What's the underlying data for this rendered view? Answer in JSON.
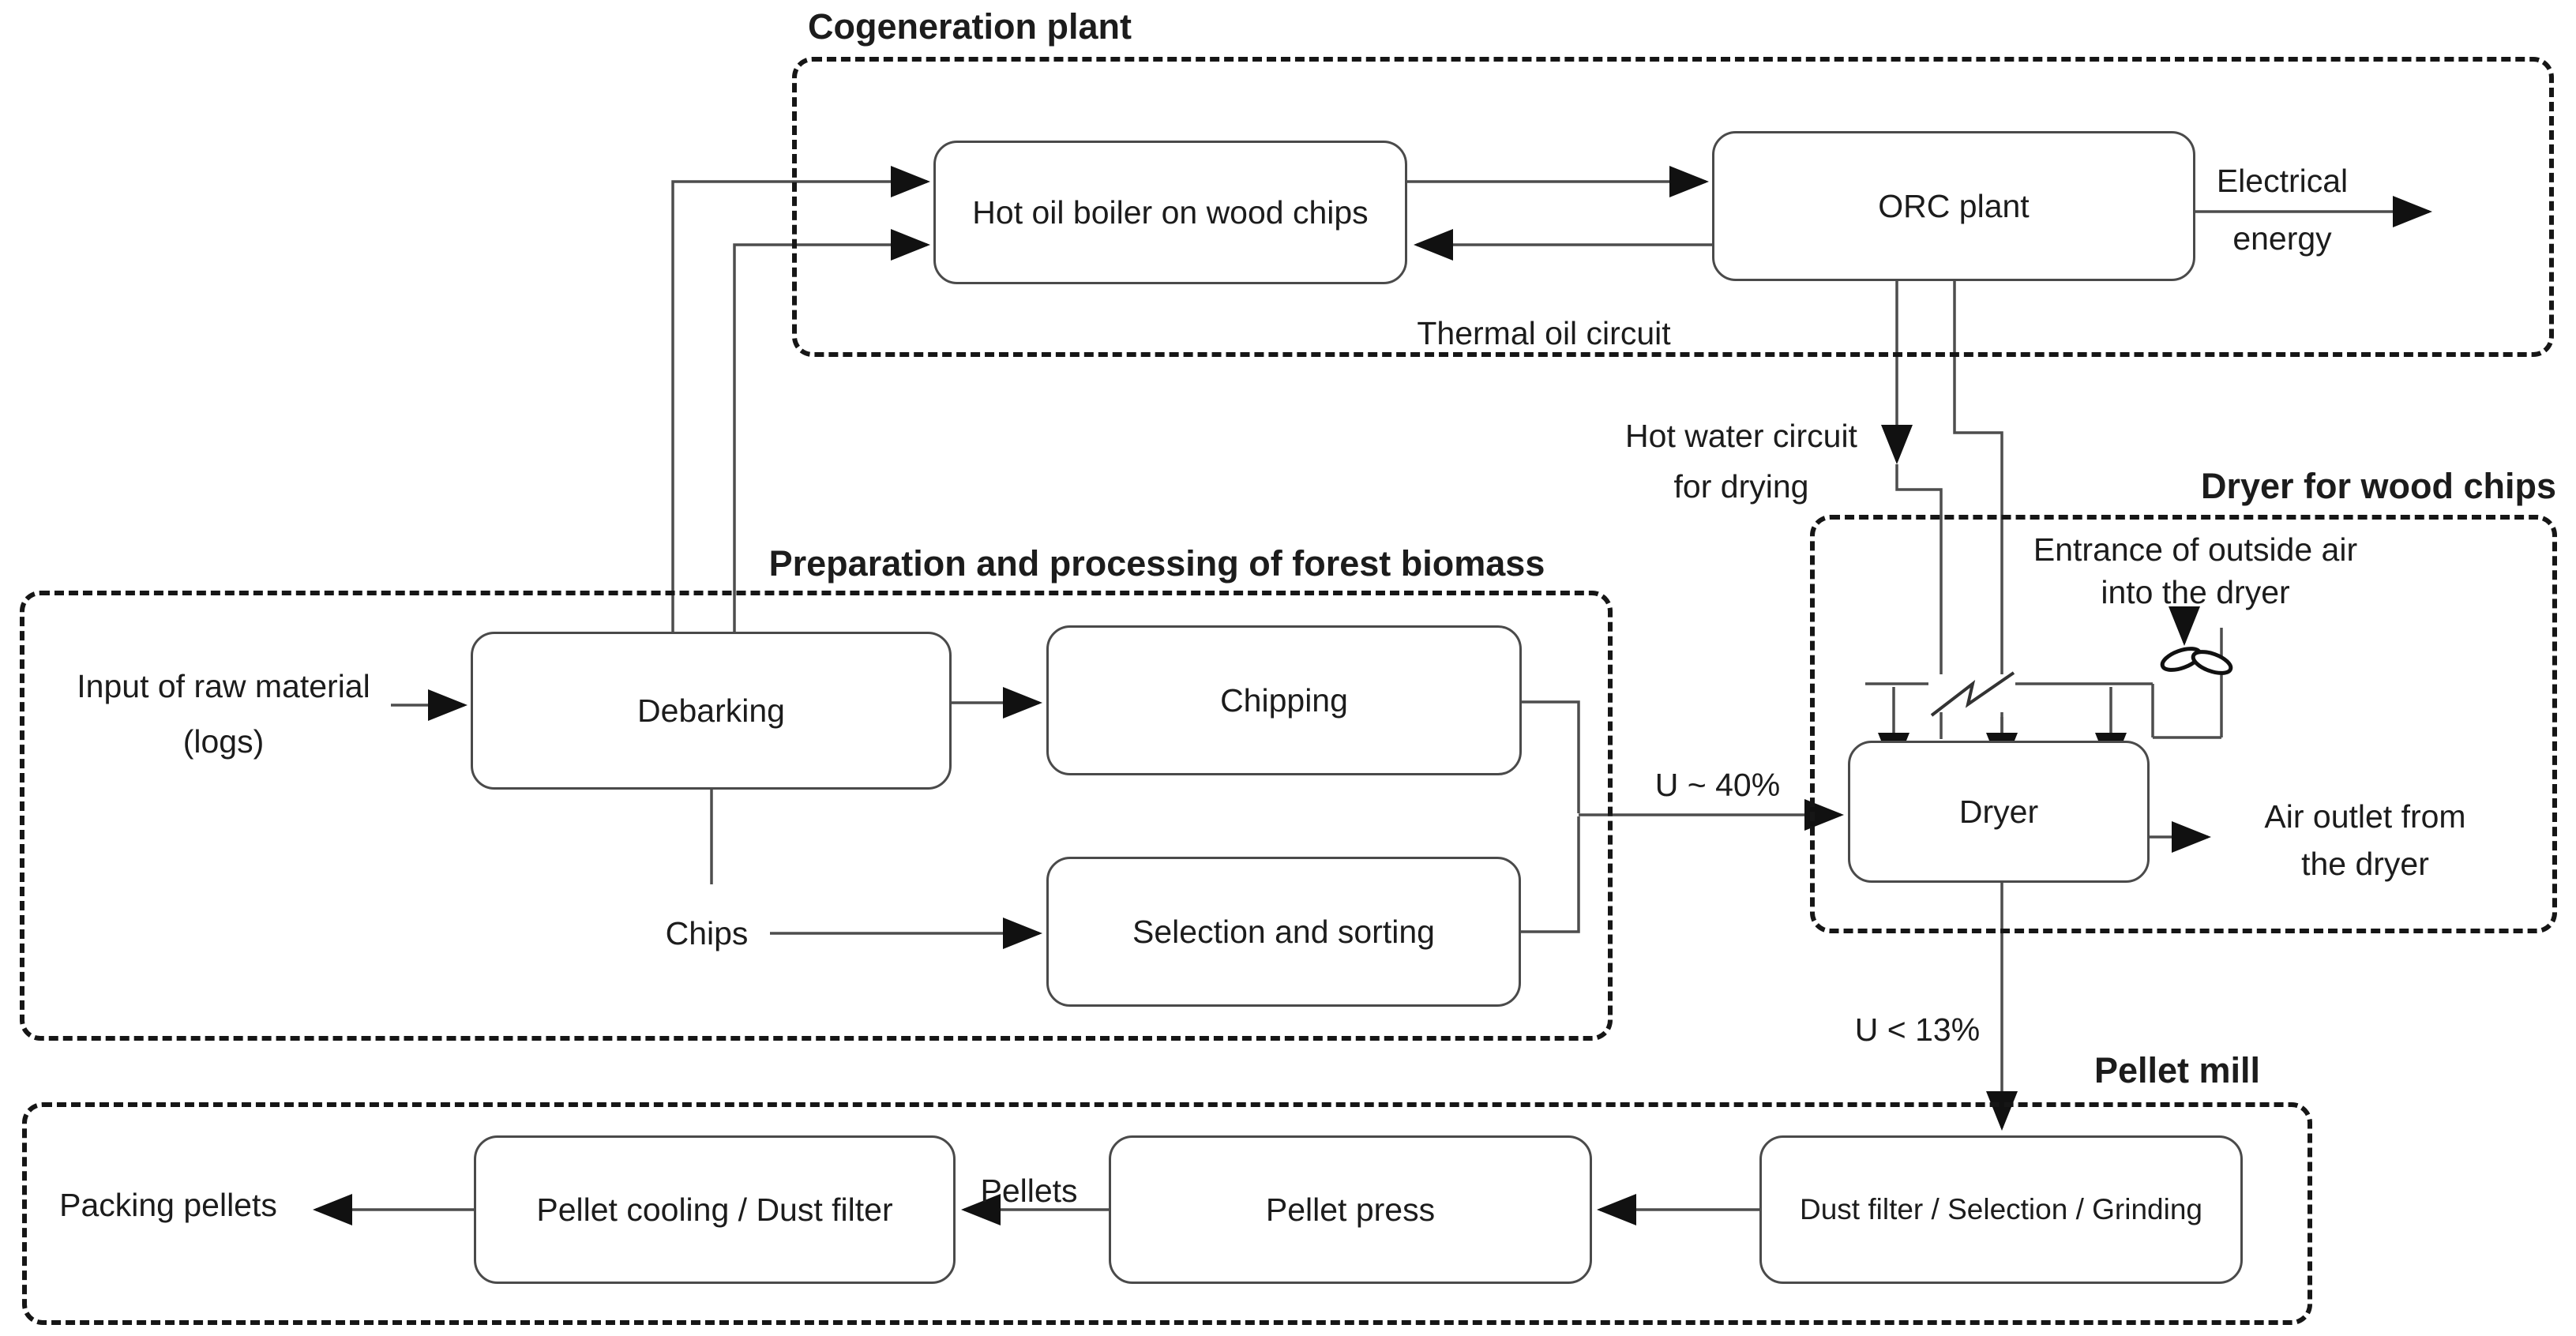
{
  "groups": {
    "cogeneration": {
      "title": "Cogeneration plant"
    },
    "preparation": {
      "title": "Preparation and processing of forest biomass"
    },
    "dryer": {
      "title": "Dryer for wood chips"
    },
    "pellet_mill": {
      "title": "Pellet mill"
    }
  },
  "nodes": {
    "boiler": {
      "label": "Hot oil boiler on wood chips"
    },
    "orc": {
      "label": "ORC plant"
    },
    "debarking": {
      "label": "Debarking"
    },
    "chipping": {
      "label": "Chipping"
    },
    "selection": {
      "label": "Selection and sorting"
    },
    "dryer_unit": {
      "label": "Dryer"
    },
    "dust_filter": {
      "label": "Dust filter / Selection / Grinding"
    },
    "pellet_press": {
      "label": "Pellet press"
    },
    "pellet_cooling": {
      "label": "Pellet cooling / Dust filter"
    }
  },
  "labels": {
    "input_raw": {
      "line1": "Input of raw material",
      "line2": "(logs)"
    },
    "chips": "Chips",
    "thermal_oil": "Thermal oil circuit",
    "electrical": {
      "line1": "Electrical",
      "line2": "energy"
    },
    "hot_water": {
      "line1": "Hot water circuit",
      "line2": "for drying"
    },
    "entrance": {
      "line1": "Entrance of outside air",
      "line2": "into the dryer"
    },
    "air_outlet": {
      "line1": "Air outlet from",
      "line2": "the dryer"
    },
    "u40": "U ~ 40%",
    "u13": "U < 13%",
    "pellets": "Pellets",
    "packing": "Packing pellets"
  },
  "icons": {
    "fan": "fan-icon",
    "line_break": "pipe-crossing-break-icon"
  },
  "colors": {
    "background": "#ffffff",
    "line": "#4d4d4d",
    "arrowhead": "#111111",
    "box_border": "#4a4a4a",
    "group_border": "#161616",
    "text": "#1c1c1c"
  }
}
